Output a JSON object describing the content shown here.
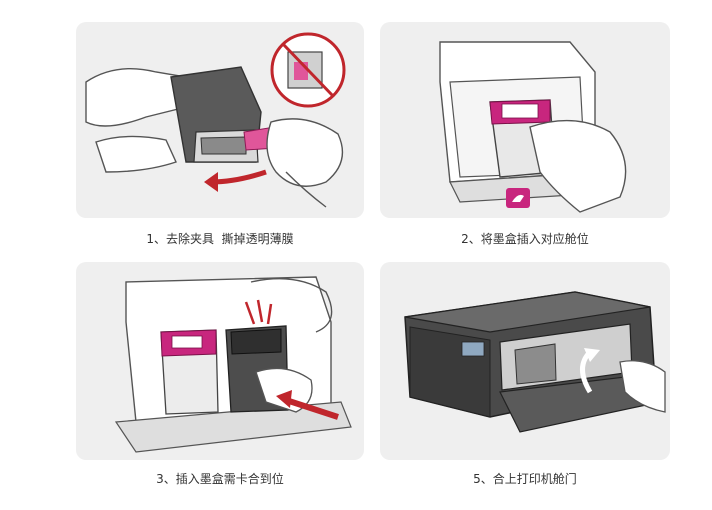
{
  "colors": {
    "accent": "#c8267e",
    "arrow": "#c0262c",
    "panel_bg": "#efefef",
    "line": "#555555"
  },
  "steps": [
    {
      "caption": "1、去除夹具  撕掉透明薄膜",
      "icon": "remove-tape-illustration"
    },
    {
      "caption": "2、将墨盒插入对应舱位",
      "icon": "insert-cartridge-illustration"
    },
    {
      "caption": "3、插入墨盒需卡合到位",
      "icon": "snap-cartridge-illustration"
    },
    {
      "caption": "5、合上打印机舱门",
      "icon": "close-printer-door-illustration"
    }
  ]
}
